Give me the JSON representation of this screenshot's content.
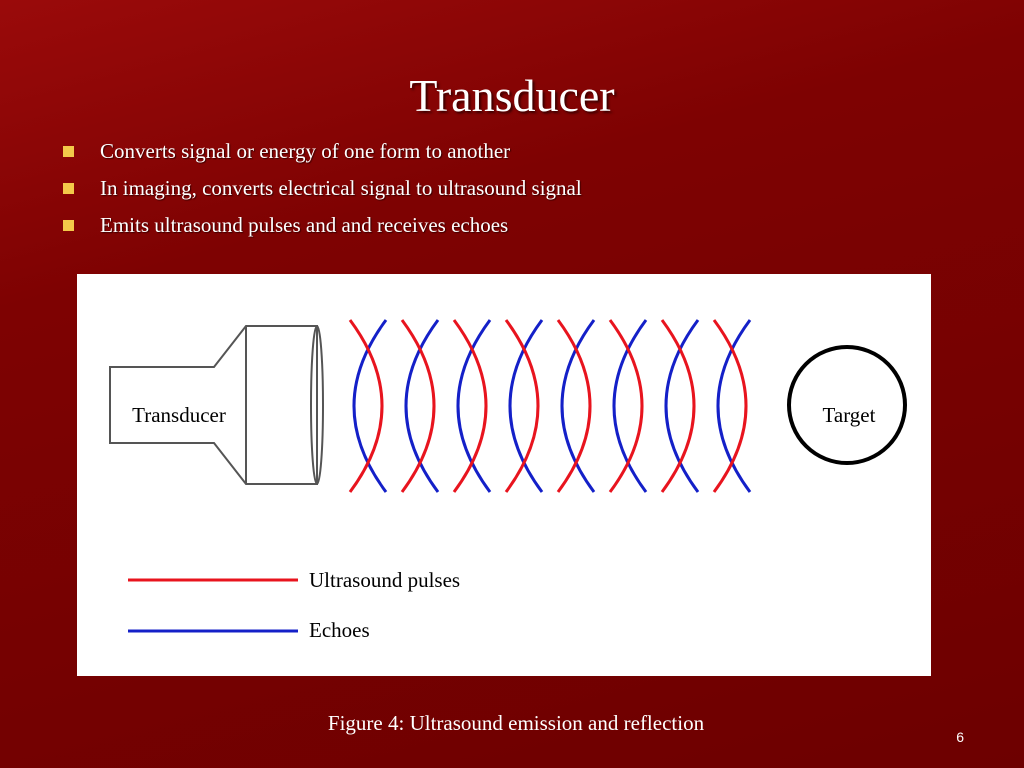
{
  "slide": {
    "title": "Transducer",
    "bullets": [
      "Converts signal or energy of one form to another",
      "In imaging, converts electrical signal to ultrasound signal",
      "Emits ultrasound pulses and  and receives echoes"
    ],
    "caption": "Figure 4: Ultrasound emission and reflection",
    "page_number": "6"
  },
  "diagram": {
    "transducer_label": "Transducer",
    "target_label": "Target",
    "pulse_count": 8,
    "legend": [
      {
        "label": "Ultrasound pulses",
        "color": "#e8141e"
      },
      {
        "label": "Echoes",
        "color": "#1420c8"
      }
    ]
  },
  "colors": {
    "background": "#7e0202",
    "bullet": "#f3c94a",
    "pulse": "#e8141e",
    "echo": "#1420c8"
  }
}
